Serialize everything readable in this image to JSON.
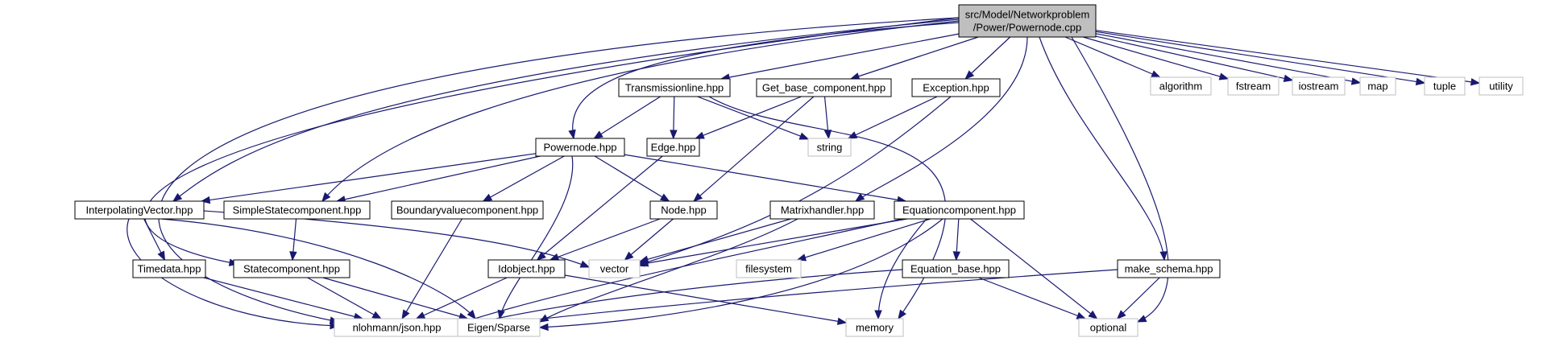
{
  "graph": {
    "colors": {
      "edge": "#191970",
      "root_fill": "#bfbfbf",
      "root_stroke": "#000000",
      "node_fill": "#ffffff",
      "node_stroke": "#000000",
      "external_stroke": "#bfbfbf"
    },
    "nodes": [
      {
        "id": "root",
        "kind": "root",
        "lines": [
          "src/Model/Networkproblem",
          "/Power/Powernode.cpp"
        ]
      },
      {
        "id": "transmissionline",
        "kind": "file",
        "lines": [
          "Transmissionline.hpp"
        ]
      },
      {
        "id": "get_base",
        "kind": "file",
        "lines": [
          "Get_base_component.hpp"
        ]
      },
      {
        "id": "exception",
        "kind": "file",
        "lines": [
          "Exception.hpp"
        ]
      },
      {
        "id": "algorithm",
        "kind": "external",
        "lines": [
          "algorithm"
        ]
      },
      {
        "id": "fstream",
        "kind": "external",
        "lines": [
          "fstream"
        ]
      },
      {
        "id": "iostream",
        "kind": "external",
        "lines": [
          "iostream"
        ]
      },
      {
        "id": "map",
        "kind": "external",
        "lines": [
          "map"
        ]
      },
      {
        "id": "tuple",
        "kind": "external",
        "lines": [
          "tuple"
        ]
      },
      {
        "id": "utility",
        "kind": "external",
        "lines": [
          "utility"
        ]
      },
      {
        "id": "powernode_hpp",
        "kind": "file",
        "lines": [
          "Powernode.hpp"
        ]
      },
      {
        "id": "edge",
        "kind": "file",
        "lines": [
          "Edge.hpp"
        ]
      },
      {
        "id": "string",
        "kind": "external",
        "lines": [
          "string"
        ]
      },
      {
        "id": "interpvec",
        "kind": "file",
        "lines": [
          "InterpolatingVector.hpp"
        ]
      },
      {
        "id": "simplestate",
        "kind": "file",
        "lines": [
          "SimpleStatecomponent.hpp"
        ]
      },
      {
        "id": "boundary",
        "kind": "file",
        "lines": [
          "Boundaryvaluecomponent.hpp"
        ]
      },
      {
        "id": "node",
        "kind": "file",
        "lines": [
          "Node.hpp"
        ]
      },
      {
        "id": "matrixhandler",
        "kind": "file",
        "lines": [
          "Matrixhandler.hpp"
        ]
      },
      {
        "id": "equationcomp",
        "kind": "file",
        "lines": [
          "Equationcomponent.hpp"
        ]
      },
      {
        "id": "timedata",
        "kind": "file",
        "lines": [
          "Timedata.hpp"
        ]
      },
      {
        "id": "statecomp",
        "kind": "file",
        "lines": [
          "Statecomponent.hpp"
        ]
      },
      {
        "id": "idobject",
        "kind": "file",
        "lines": [
          "Idobject.hpp"
        ]
      },
      {
        "id": "vector",
        "kind": "external",
        "lines": [
          "vector"
        ]
      },
      {
        "id": "filesystem",
        "kind": "external",
        "lines": [
          "filesystem"
        ]
      },
      {
        "id": "equation_base",
        "kind": "file",
        "lines": [
          "Equation_base.hpp"
        ]
      },
      {
        "id": "make_schema",
        "kind": "file",
        "lines": [
          "make_schema.hpp"
        ]
      },
      {
        "id": "json",
        "kind": "external",
        "lines": [
          "nlohmann/json.hpp"
        ]
      },
      {
        "id": "eigen",
        "kind": "external",
        "lines": [
          "Eigen/Sparse"
        ]
      },
      {
        "id": "memory",
        "kind": "external",
        "lines": [
          "memory"
        ]
      },
      {
        "id": "optional",
        "kind": "external",
        "lines": [
          "optional"
        ]
      }
    ],
    "edges": [
      [
        "root",
        "transmissionline"
      ],
      [
        "root",
        "get_base"
      ],
      [
        "root",
        "exception"
      ],
      [
        "root",
        "algorithm"
      ],
      [
        "root",
        "fstream"
      ],
      [
        "root",
        "iostream"
      ],
      [
        "root",
        "map"
      ],
      [
        "root",
        "tuple"
      ],
      [
        "root",
        "utility"
      ],
      [
        "root",
        "powernode_hpp"
      ],
      [
        "root",
        "interpvec"
      ],
      [
        "root",
        "simplestate"
      ],
      [
        "root",
        "statecomp"
      ],
      [
        "root",
        "json"
      ],
      [
        "root",
        "matrixhandler"
      ],
      [
        "root",
        "make_schema"
      ],
      [
        "root",
        "optional"
      ],
      [
        "transmissionline",
        "powernode_hpp"
      ],
      [
        "transmissionline",
        "edge"
      ],
      [
        "transmissionline",
        "string"
      ],
      [
        "transmissionline",
        "memory"
      ],
      [
        "get_base",
        "edge"
      ],
      [
        "get_base",
        "string"
      ],
      [
        "get_base",
        "node"
      ],
      [
        "exception",
        "string"
      ],
      [
        "exception",
        "vector"
      ],
      [
        "powernode_hpp",
        "interpvec"
      ],
      [
        "powernode_hpp",
        "simplestate"
      ],
      [
        "powernode_hpp",
        "boundary"
      ],
      [
        "powernode_hpp",
        "node"
      ],
      [
        "powernode_hpp",
        "equationcomp"
      ],
      [
        "powernode_hpp",
        "eigen"
      ],
      [
        "edge",
        "idobject"
      ],
      [
        "interpvec",
        "timedata"
      ],
      [
        "interpvec",
        "json"
      ],
      [
        "interpvec",
        "eigen"
      ],
      [
        "interpvec",
        "vector"
      ],
      [
        "simplestate",
        "statecomp"
      ],
      [
        "boundary",
        "json"
      ],
      [
        "node",
        "idobject"
      ],
      [
        "node",
        "vector"
      ],
      [
        "matrixhandler",
        "vector"
      ],
      [
        "matrixhandler",
        "eigen"
      ],
      [
        "equationcomp",
        "vector"
      ],
      [
        "equationcomp",
        "filesystem"
      ],
      [
        "equationcomp",
        "equation_base"
      ],
      [
        "equationcomp",
        "json"
      ],
      [
        "equationcomp",
        "eigen"
      ],
      [
        "equationcomp",
        "memory"
      ],
      [
        "equationcomp",
        "optional"
      ],
      [
        "timedata",
        "json"
      ],
      [
        "statecomp",
        "json"
      ],
      [
        "statecomp",
        "eigen"
      ],
      [
        "idobject",
        "json"
      ],
      [
        "idobject",
        "memory"
      ],
      [
        "equation_base",
        "json"
      ],
      [
        "equation_base",
        "optional"
      ],
      [
        "make_schema",
        "json"
      ],
      [
        "make_schema",
        "optional"
      ]
    ]
  }
}
